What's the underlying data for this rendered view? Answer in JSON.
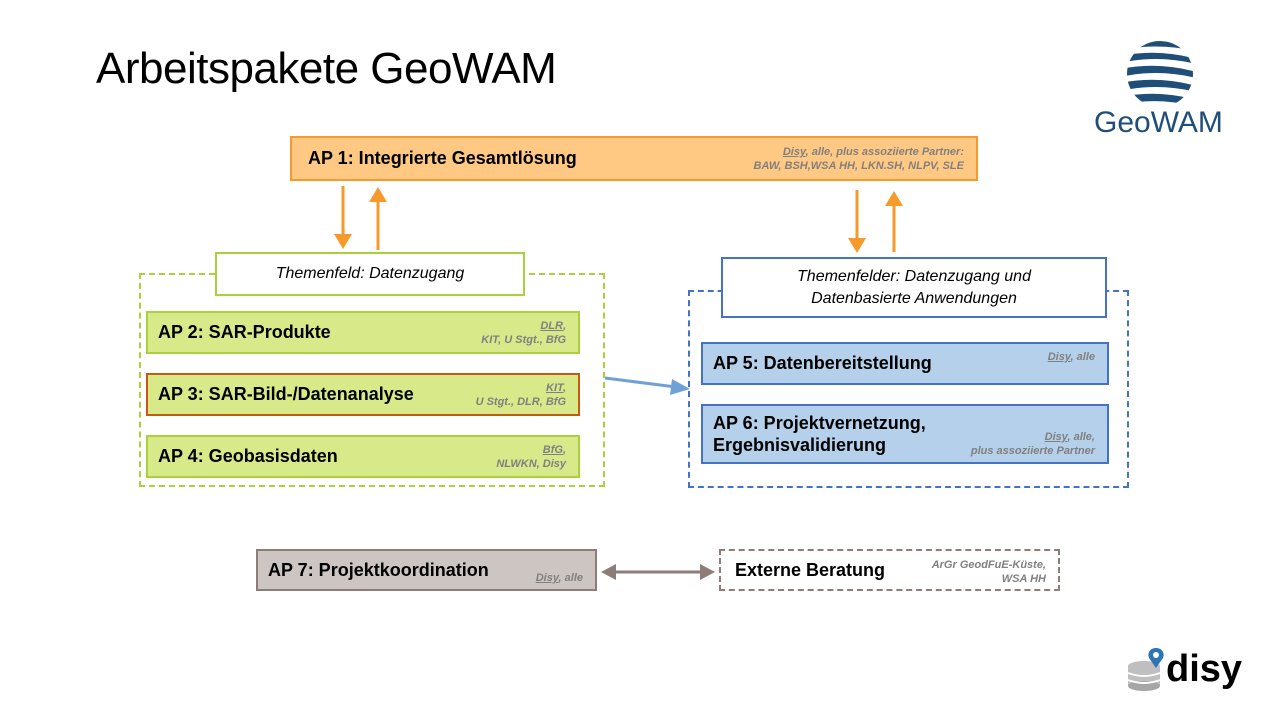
{
  "title": "Arbeitspakete GeoWAM",
  "logo_geowam": {
    "text": "GeoWAM",
    "color": "#1f4e79"
  },
  "logo_disy": {
    "text": "disy",
    "color": "#000000",
    "accent": "#2e75b6"
  },
  "ap1": {
    "label": "AP 1: Integrierte Gesamtlösung",
    "lead": "Disy",
    "note1": ", alle, plus assoziierte Partner:",
    "note2": "BAW, BSH,WSA HH, LKN.SH, NLPV, SLE",
    "color": "#ffc983",
    "border": "#f79a2c"
  },
  "group_left": {
    "label": "Themenfeld: Datenzugang",
    "border": "#a8d13b"
  },
  "group_right": {
    "label1": "Themenfelder: Datenzugang und",
    "label2": "Datenbasierte Anwendungen",
    "border": "#4472c4"
  },
  "ap2": {
    "label": "AP 2: SAR-Produkte",
    "lead": "DLR",
    "note1": ",",
    "note2": "KIT, U Stgt., BfG"
  },
  "ap3": {
    "label": "AP 3: SAR-Bild-/Datenanalyse",
    "lead": "KIT",
    "note1": ",",
    "note2": "U Stgt., DLR, BfG"
  },
  "ap4": {
    "label": "AP 4: Geobasisdaten",
    "lead": "BfG",
    "note1": ",",
    "note2": "NLWKN, Disy"
  },
  "ap5": {
    "label": "AP 5: Datenbereitstellung",
    "lead": "Disy",
    "note1": ", alle"
  },
  "ap6": {
    "label1": "AP 6: Projektvernetzung,",
    "label2": "Ergebnisvalidierung",
    "lead": "Disy",
    "note1": ", alle,",
    "note2": "plus assoziierte Partner"
  },
  "ap7": {
    "label": "AP 7: Projektkoordination",
    "lead": "Disy",
    "note1": ", alle"
  },
  "extern": {
    "label": "Externe Beratung",
    "note1": "ArGr GeodFuE-Küste,",
    "note2": "WSA HH"
  }
}
